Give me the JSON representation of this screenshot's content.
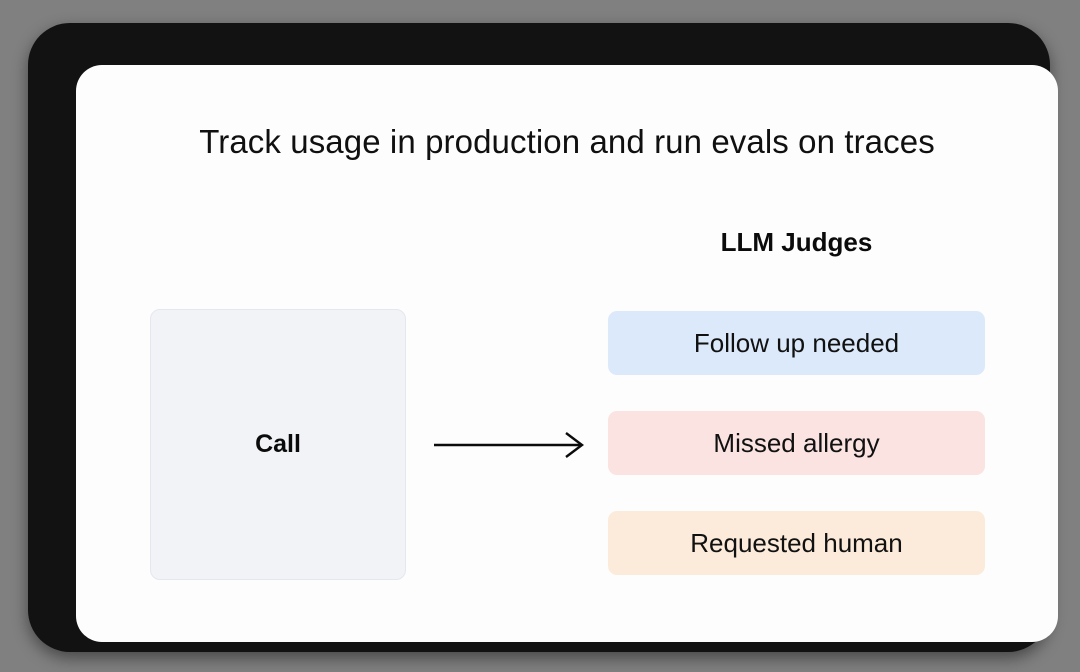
{
  "slide": {
    "title": "Track usage in production and run evals on traces",
    "background_color": "#fdfdfd",
    "frame_color": "#121212",
    "page_background": "#808080"
  },
  "source_node": {
    "label": "Call",
    "background_color": "#f1f3f7",
    "border_color": "#e4e7ee"
  },
  "arrow": {
    "icon": "arrow-right-icon",
    "color": "#0b0b0b"
  },
  "judges": {
    "heading": "LLM Judges",
    "items": [
      {
        "label": "Follow up needed",
        "color": "#dce9fa"
      },
      {
        "label": "Missed allergy",
        "color": "#fae3e1"
      },
      {
        "label": "Requested human",
        "color": "#fcebdb"
      }
    ]
  }
}
